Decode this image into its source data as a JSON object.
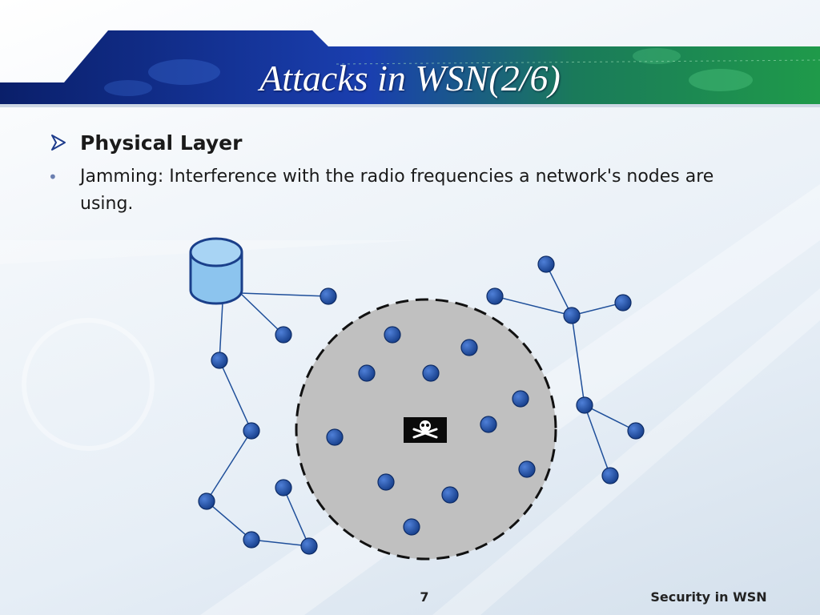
{
  "slide": {
    "title": "Attacks in WSN(2/6)",
    "heading": "Physical Layer",
    "bullet": "Jamming: Interference with the radio frequencies a network's nodes are using.",
    "page_number": "7",
    "footer": "Security in WSN"
  },
  "icons": {
    "heading_marker": "arrow-bullet-icon",
    "bullet_marker": "dot-bullet-icon",
    "base_station": "database-icon",
    "attacker": "skull-crossbones-icon"
  },
  "colors": {
    "node_fill": "#1f4ea8",
    "jamming_area": "#c0c0c0",
    "base_station_fill": "#8cc4ee",
    "link_color": "#1f4f9a"
  }
}
